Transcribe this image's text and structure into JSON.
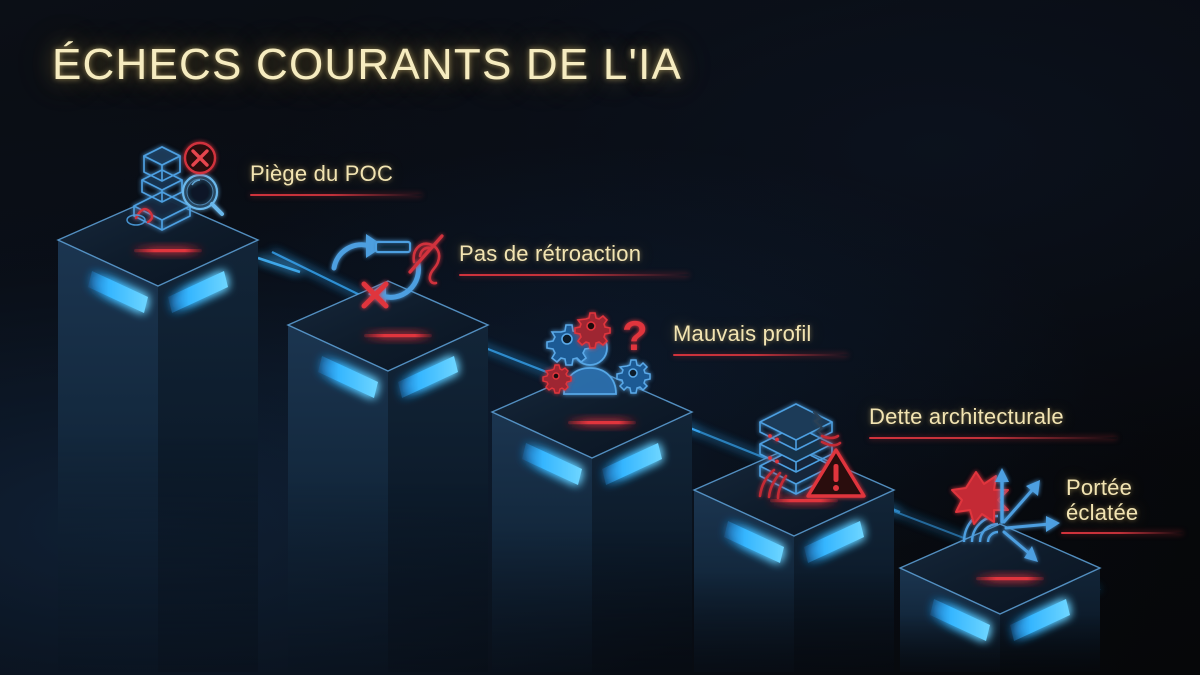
{
  "meta": {
    "domain": "Diagram",
    "language": "fr",
    "style": "dark neon isometric descending-steps infographic"
  },
  "theme": {
    "background": "#07080b",
    "background_accent_navy": "#101a2c",
    "title_color": "#f6ecc0",
    "label_color": "#f2e4b2",
    "accent_red": "#d1333c",
    "accent_cyan": "#2fa8ff",
    "pillar_outline": "#3f7fb8",
    "pillar_top_face": "#111c2b",
    "pillar_left_face": "#16283c",
    "pillar_right_face": "#0e1a28"
  },
  "header": {
    "title": "ÉCHECS COURANTS DE L'IA"
  },
  "steps": [
    {
      "index": 1,
      "label": "Piège du POC",
      "icon_name": "box-magnifier-error-icon",
      "icon_description": "Isometric blue box with magnifying glass and red X badge"
    },
    {
      "index": 2,
      "label": "Pas de rétroaction",
      "icon_name": "loop-arrows-muted-ear-icon",
      "icon_description": "Blue circular feedback arrows with red X and crossed-out ear"
    },
    {
      "index": 3,
      "label": "Mauvais profil",
      "icon_name": "person-gears-question-icon",
      "icon_description": "Blue person silhouette with red and blue gears and red question mark"
    },
    {
      "index": 4,
      "label": "Dette architecturale",
      "icon_name": "cracked-server-stack-warning-icon",
      "icon_description": "Stacked blue servers, cracks, red cables and red warning triangle"
    },
    {
      "index": 5,
      "label_line1": "Portée",
      "label_line2": "éclatée",
      "label": "Portée éclatée",
      "icon_name": "scope-explosion-arrows-icon",
      "icon_description": "Red burst over concentric rings with blue arrows scattering outward"
    }
  ]
}
